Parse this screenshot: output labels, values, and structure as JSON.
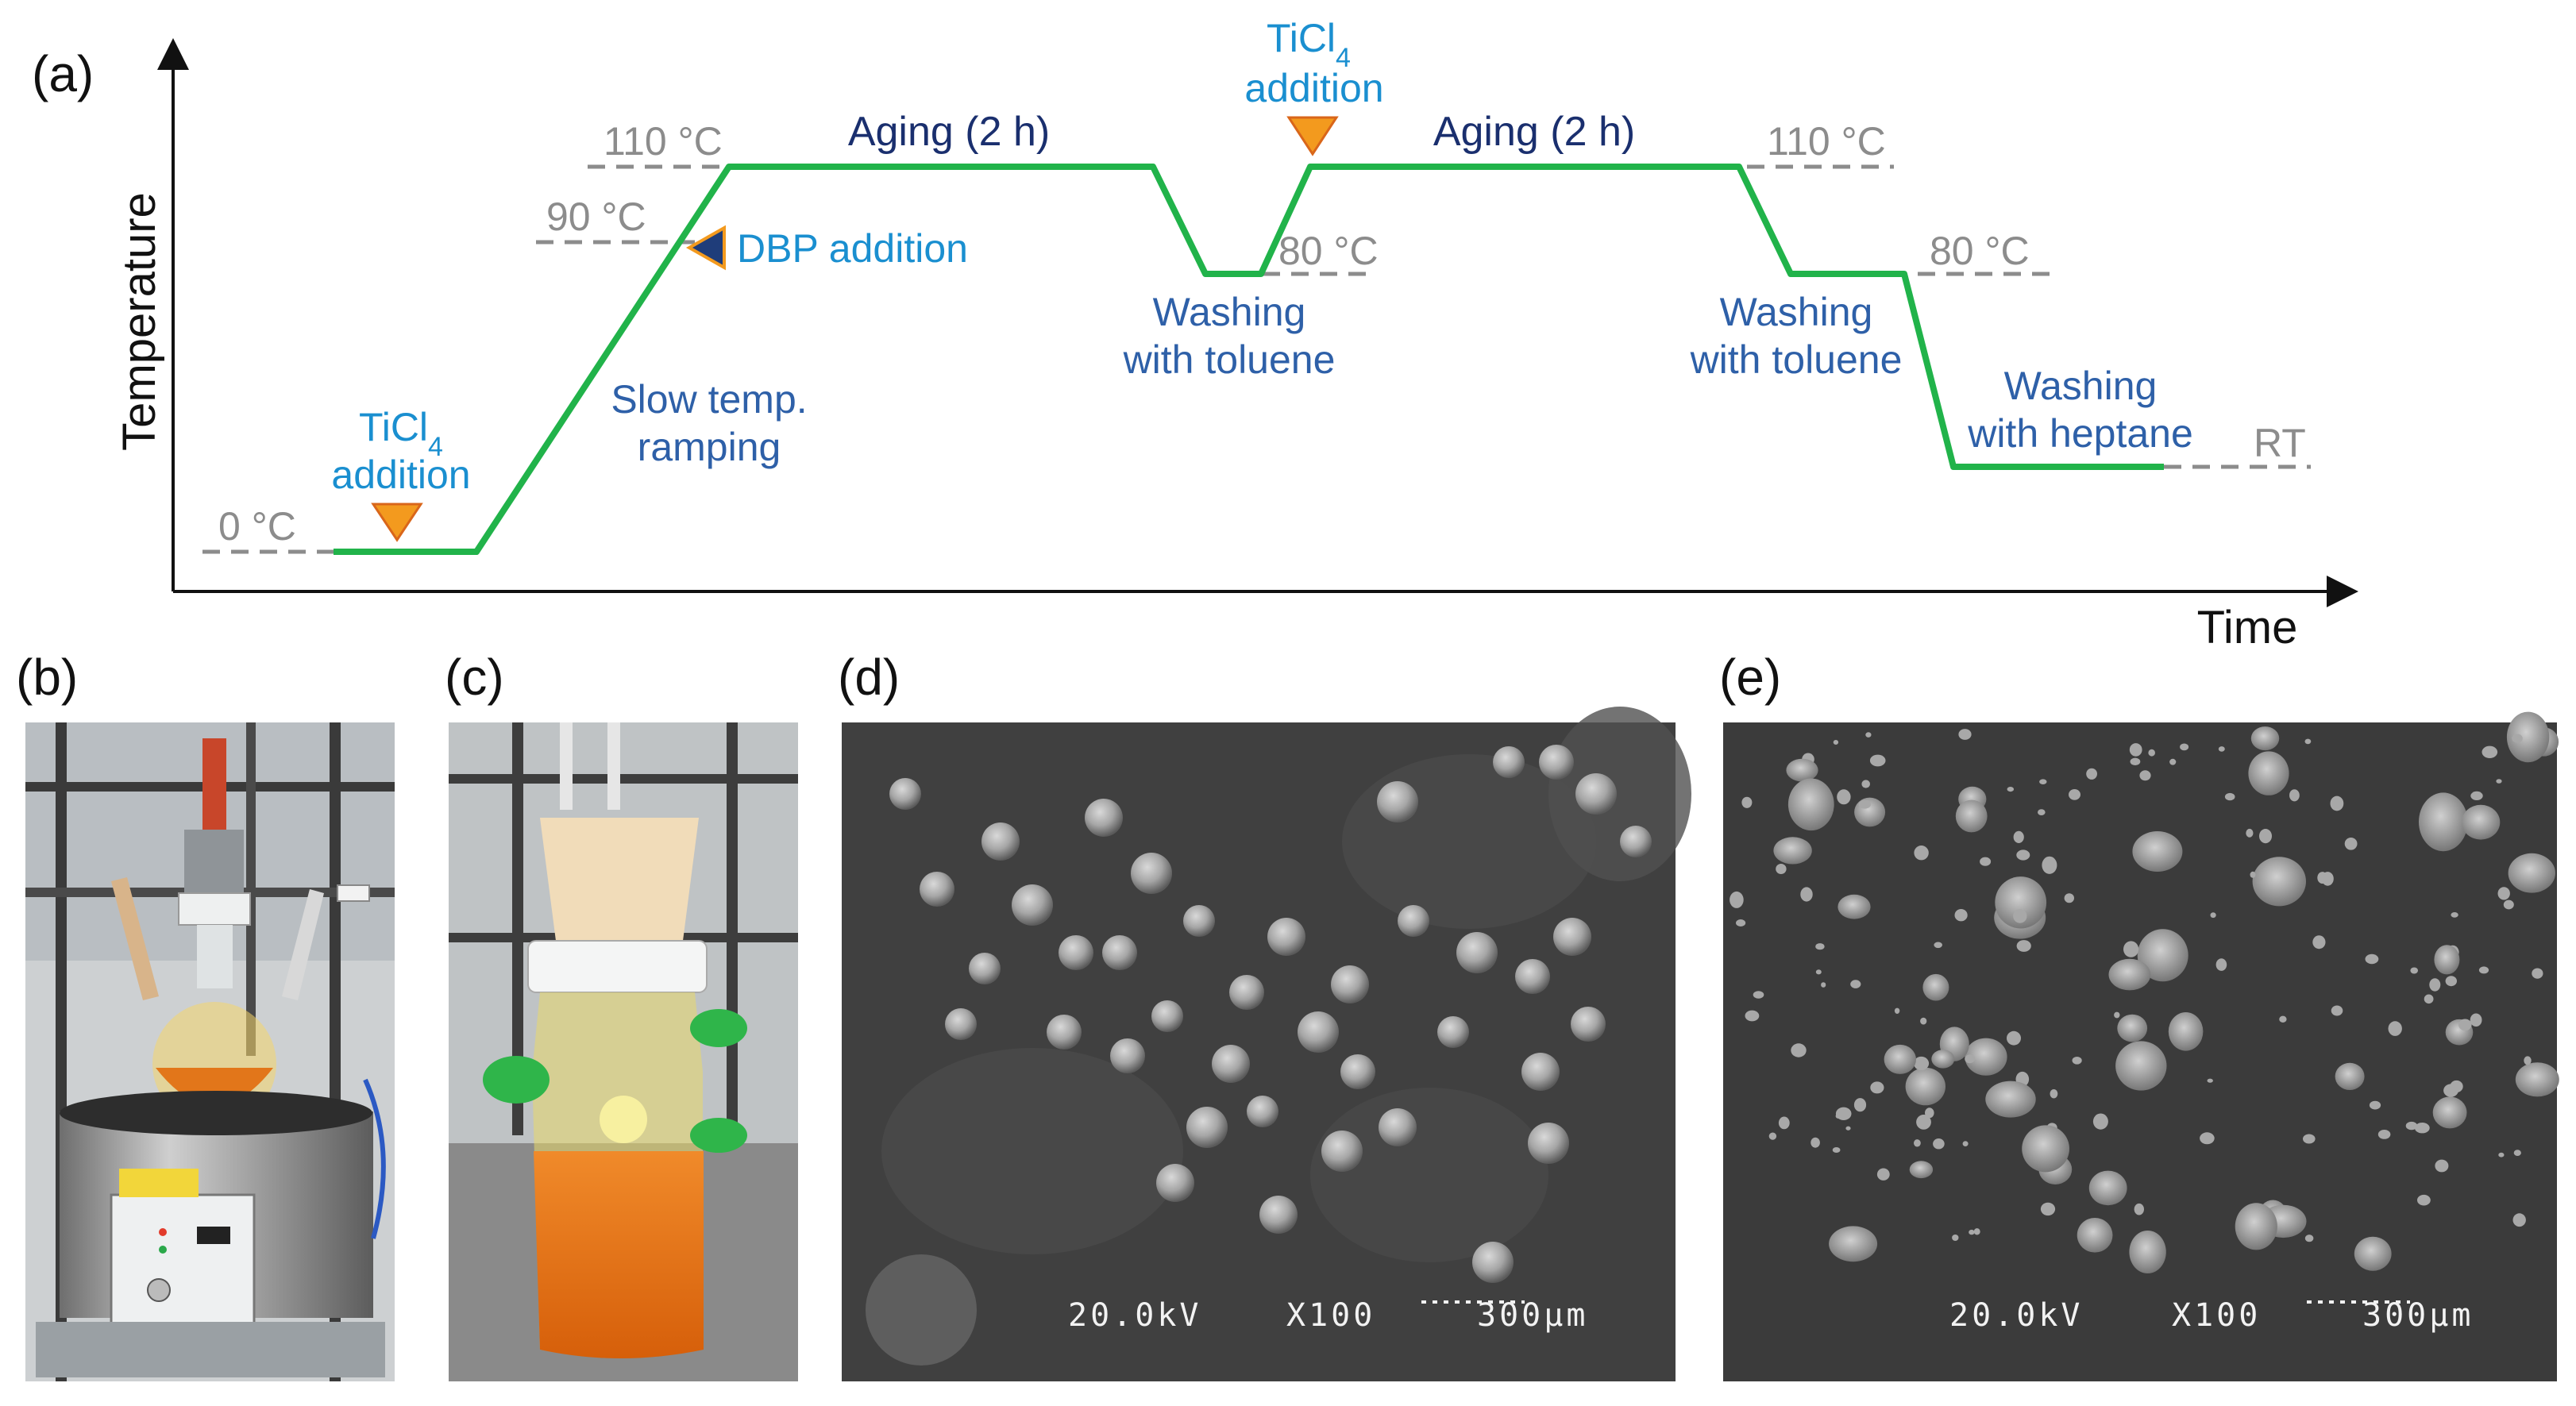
{
  "panels": {
    "a": "(a)",
    "b": "(b)",
    "c": "(c)",
    "d": "(d)",
    "e": "(e)"
  },
  "axes": {
    "y_label": "Temperature",
    "x_label": "Time"
  },
  "temperatures": {
    "t0": "0 °C",
    "t90": "90 °C",
    "t110_first": "110 °C",
    "t80_first": "80 °C",
    "t110_second": "110 °C",
    "t80_second": "80 °C",
    "rt": "RT"
  },
  "steps": {
    "ticl4_first_1": "TiCl",
    "ticl4_first_sub": "4",
    "ticl4_first_2": "addition",
    "ramp_1": "Slow temp.",
    "ramp_2": "ramping",
    "dbp": "DBP addition",
    "aging_first": "Aging (2 h)",
    "ticl4_second_1": "TiCl",
    "ticl4_second_sub": "4",
    "ticl4_second_2": "addition",
    "aging_second": "Aging (2 h)",
    "wash_tol_first_1": "Washing",
    "wash_tol_first_2": "with toluene",
    "wash_tol_second_1": "Washing",
    "wash_tol_second_2": "with toluene",
    "wash_hep_1": "Washing",
    "wash_hep_2": "with heptane"
  },
  "sem_d": {
    "voltage": "20.0kV",
    "magnification": "X100",
    "scale": "300μm"
  },
  "sem_e": {
    "voltage": "20.0kV",
    "magnification": "X100",
    "scale": "300μm"
  },
  "colors": {
    "profile": "#21b34a",
    "dashes": "#8c8c8c",
    "marker_orange": "#f39a1e",
    "marker_blue": "#1f3d7a",
    "text_cyan": "#1a8fd0",
    "text_steel": "#2e60a8",
    "text_navy": "#1a2f6e",
    "sem_bg": "#3f3f3f",
    "solution_orange": "#e46c10"
  }
}
